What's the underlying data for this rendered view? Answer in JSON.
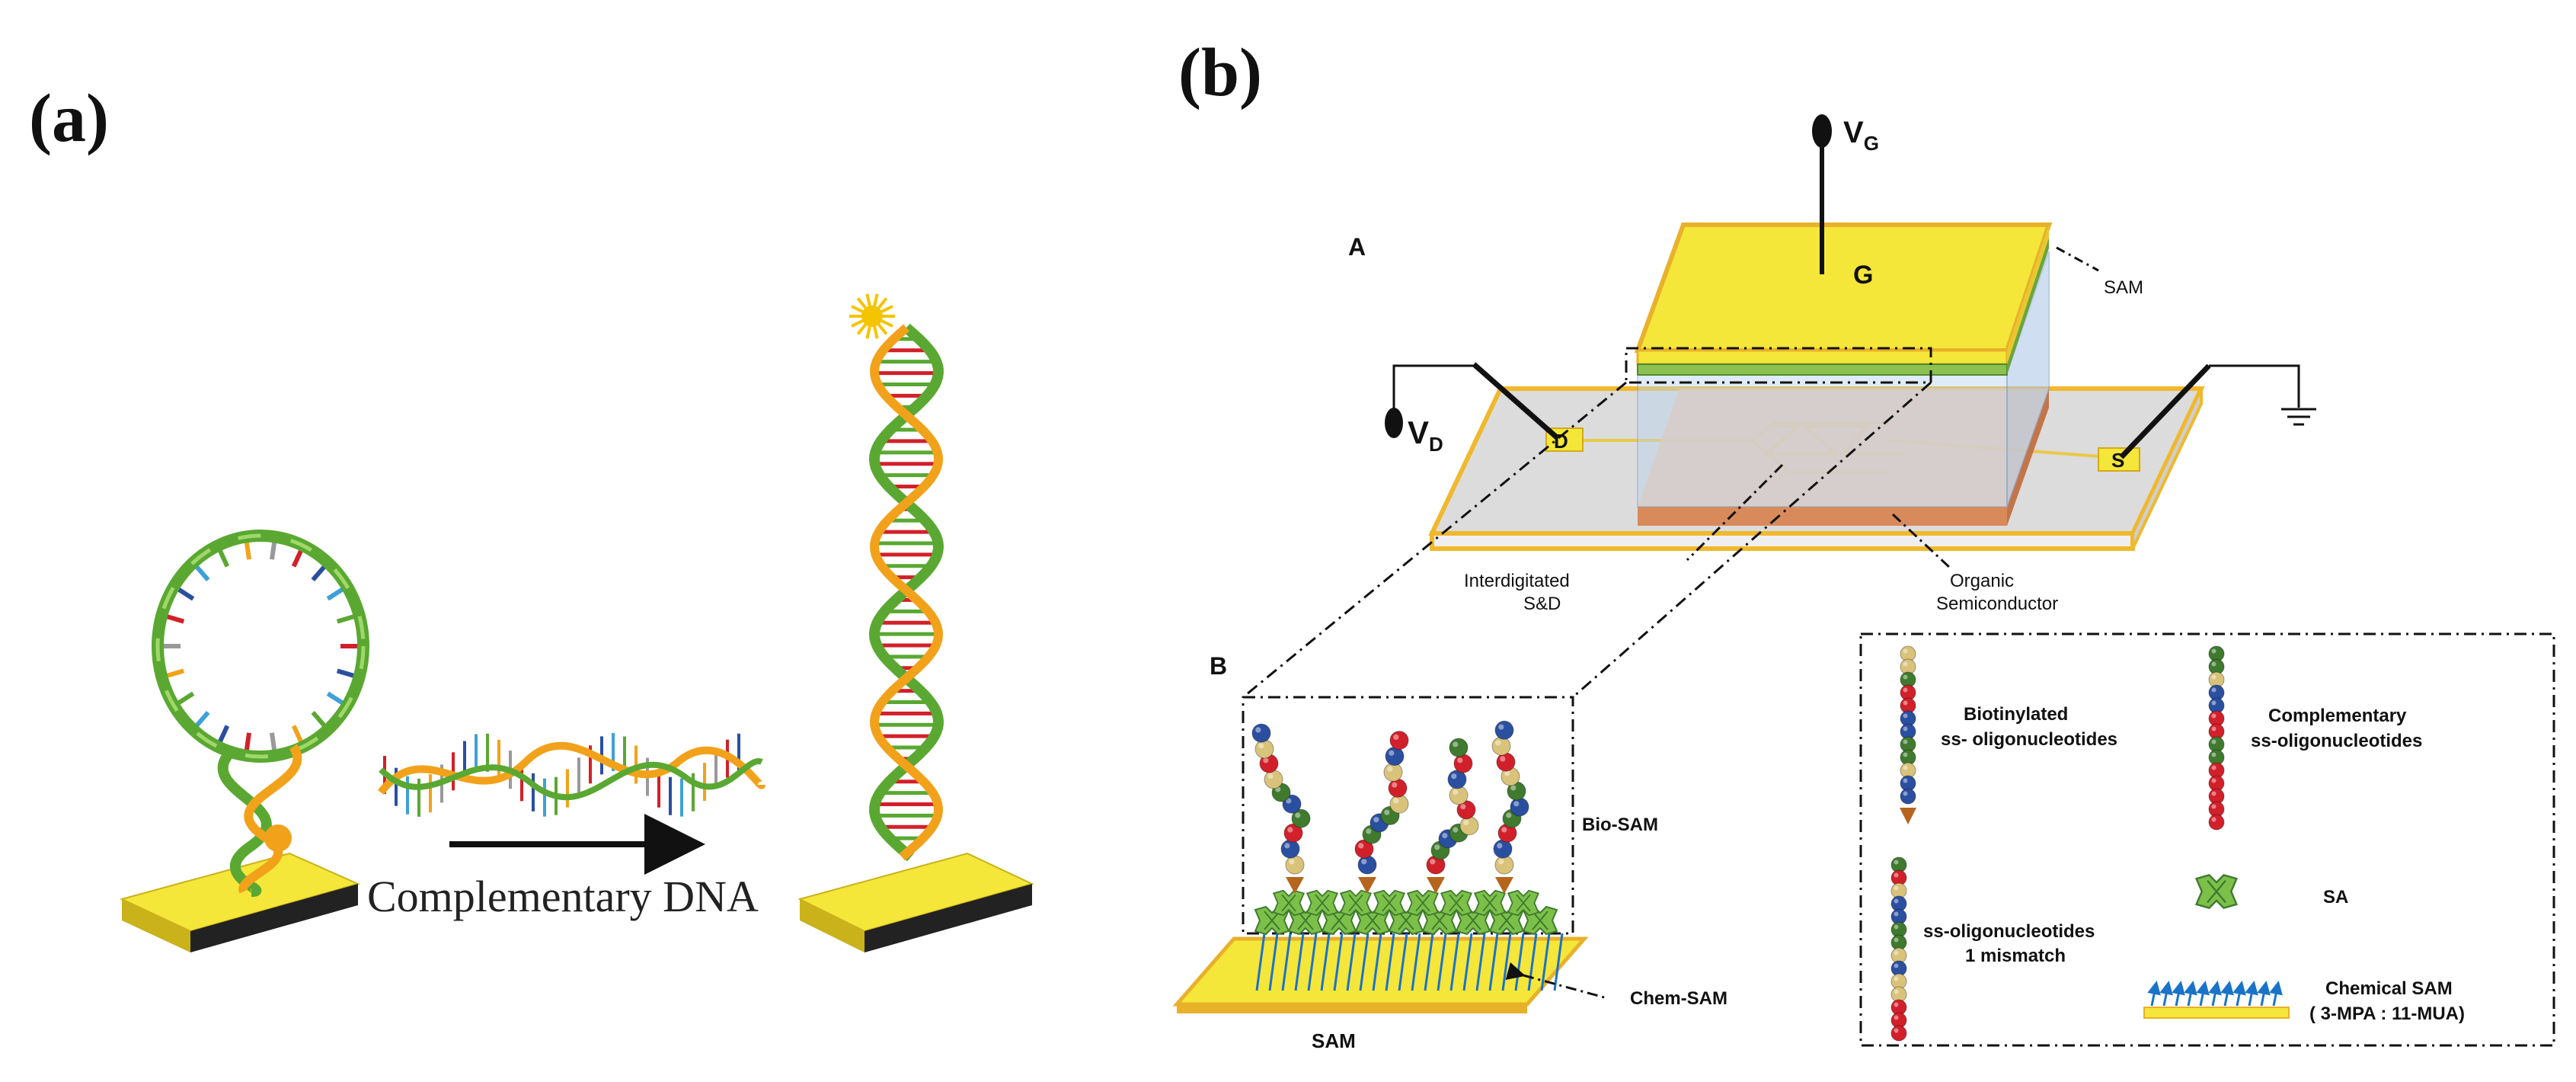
{
  "panel_a": {
    "label": "(a)",
    "arrow_caption": "Complementary DNA"
  },
  "panel_b": {
    "label": "(b)",
    "subpanel_a": "A",
    "subpanel_b": "B",
    "gate_voltage": "V",
    "gate_voltage_sub": "G",
    "gate_label": "G",
    "drain_voltage": "V",
    "drain_voltage_sub": "D",
    "drain_label": "D",
    "source_label": "S",
    "sam_top": "SAM",
    "interdigitated_line1": "Interdigitated",
    "interdigitated_line2": "S&D",
    "organic_line1": "Organic",
    "organic_line2": "Semiconductor",
    "bio_sam": "Bio-SAM",
    "chem_sam": "Chem-SAM",
    "sam_bottom": "SAM"
  },
  "legend": {
    "biotinylated_line1": "Biotinylated",
    "biotinylated_line2": "ss- oligonucleotides",
    "complementary_line1": "Complementary",
    "complementary_line2": "ss-oligonucleotides",
    "mismatch_line1": "ss-oligonucleotides",
    "mismatch_line2": "1 mismatch",
    "sa": "SA",
    "chemical_sam_line1": "Chemical SAM",
    "chemical_sam_line2": "( 3-MPA : 11-MUA)"
  },
  "colors": {
    "gold": "#f5e63a",
    "gold_edge": "#e8b12a",
    "strand_green": "#5aa832",
    "strand_orange": "#f2a21a",
    "bead_red": "#d2202a",
    "bead_blue": "#2b4fa0",
    "bead_green": "#3f7a2e",
    "bead_tan": "#d9c27a",
    "streptavidin": "#7cc04a",
    "semiconductor": "#e0a07a",
    "glass": "#b9d3ee"
  }
}
